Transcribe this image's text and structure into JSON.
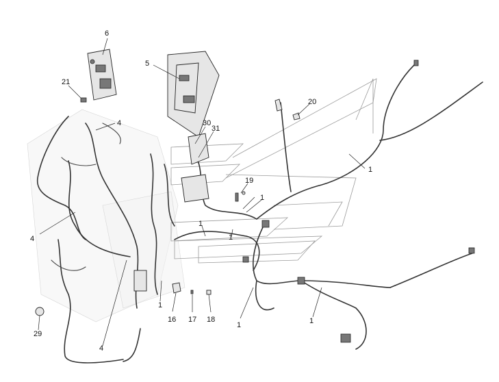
{
  "diagram": {
    "callouts": [
      {
        "id": "c6",
        "text": "6"
      },
      {
        "id": "c5",
        "text": "5"
      },
      {
        "id": "c21",
        "text": "21"
      },
      {
        "id": "c4a",
        "text": "4"
      },
      {
        "id": "c30",
        "text": "30"
      },
      {
        "id": "c31",
        "text": "31"
      },
      {
        "id": "c20",
        "text": "20"
      },
      {
        "id": "c1a",
        "text": "1"
      },
      {
        "id": "c19",
        "text": "19"
      },
      {
        "id": "c1b",
        "text": "1"
      },
      {
        "id": "c1c",
        "text": "1"
      },
      {
        "id": "c1d",
        "text": "1"
      },
      {
        "id": "c4b",
        "text": "4"
      },
      {
        "id": "c1e",
        "text": "1"
      },
      {
        "id": "c16",
        "text": "16"
      },
      {
        "id": "c17",
        "text": "17"
      },
      {
        "id": "c18",
        "text": "18"
      },
      {
        "id": "c1f",
        "text": "1"
      },
      {
        "id": "c1g",
        "text": "1"
      },
      {
        "id": "c29",
        "text": "29"
      },
      {
        "id": "c4c",
        "text": "4"
      }
    ]
  }
}
